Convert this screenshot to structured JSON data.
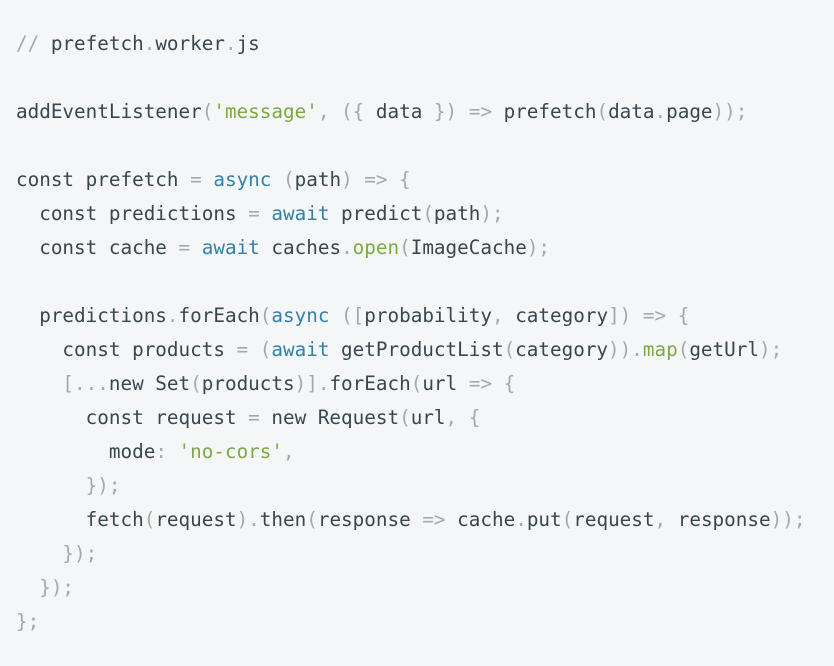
{
  "meta": {
    "description": "Syntax-highlighted JavaScript code snippet",
    "file_comment": "// prefetch.worker.js",
    "language": "javascript"
  },
  "colors": {
    "background": "#f5f6f7",
    "identifier_text": "#37474f",
    "punctuation": "#a3a8ad",
    "keyword": "#3380a8",
    "string_and_builtin": "#7ca941"
  },
  "code": {
    "lines": [
      [
        {
          "t": "// ",
          "c": "pu"
        },
        {
          "t": "prefetch",
          "c": "id"
        },
        {
          "t": ".",
          "c": "pu"
        },
        {
          "t": "worker",
          "c": "id"
        },
        {
          "t": ".",
          "c": "pu"
        },
        {
          "t": "js",
          "c": "id"
        }
      ],
      [],
      [
        {
          "t": "addEventListener",
          "c": "id"
        },
        {
          "t": "(",
          "c": "pu"
        },
        {
          "t": "'message'",
          "c": "st"
        },
        {
          "t": ", ({ ",
          "c": "pu"
        },
        {
          "t": "data",
          "c": "id"
        },
        {
          "t": " }) => ",
          "c": "pu"
        },
        {
          "t": "prefetch",
          "c": "id"
        },
        {
          "t": "(",
          "c": "pu"
        },
        {
          "t": "data",
          "c": "id"
        },
        {
          "t": ".",
          "c": "pu"
        },
        {
          "t": "page",
          "c": "id"
        },
        {
          "t": "));",
          "c": "pu"
        }
      ],
      [],
      [
        {
          "t": "const prefetch",
          "c": "id"
        },
        {
          "t": " = ",
          "c": "pu"
        },
        {
          "t": "async",
          "c": "kw"
        },
        {
          "t": " (",
          "c": "pu"
        },
        {
          "t": "path",
          "c": "id"
        },
        {
          "t": ") => {",
          "c": "pu"
        }
      ],
      [
        {
          "t": "  const predictions",
          "c": "id"
        },
        {
          "t": " = ",
          "c": "pu"
        },
        {
          "t": "await",
          "c": "kw"
        },
        {
          "t": " predict",
          "c": "id"
        },
        {
          "t": "(",
          "c": "pu"
        },
        {
          "t": "path",
          "c": "id"
        },
        {
          "t": ");",
          "c": "pu"
        }
      ],
      [
        {
          "t": "  const cache",
          "c": "id"
        },
        {
          "t": " = ",
          "c": "pu"
        },
        {
          "t": "await",
          "c": "kw"
        },
        {
          "t": " caches",
          "c": "id"
        },
        {
          "t": ".",
          "c": "pu"
        },
        {
          "t": "open",
          "c": "st"
        },
        {
          "t": "(",
          "c": "pu"
        },
        {
          "t": "ImageCache",
          "c": "id"
        },
        {
          "t": ");",
          "c": "pu"
        }
      ],
      [],
      [
        {
          "t": "  predictions",
          "c": "id"
        },
        {
          "t": ".",
          "c": "pu"
        },
        {
          "t": "forEach",
          "c": "id"
        },
        {
          "t": "(",
          "c": "pu"
        },
        {
          "t": "async",
          "c": "kw"
        },
        {
          "t": " ([",
          "c": "pu"
        },
        {
          "t": "probability",
          "c": "id"
        },
        {
          "t": ", ",
          "c": "pu"
        },
        {
          "t": "category",
          "c": "id"
        },
        {
          "t": "]) => {",
          "c": "pu"
        }
      ],
      [
        {
          "t": "    const products",
          "c": "id"
        },
        {
          "t": " = (",
          "c": "pu"
        },
        {
          "t": "await",
          "c": "kw"
        },
        {
          "t": " getProductList",
          "c": "id"
        },
        {
          "t": "(",
          "c": "pu"
        },
        {
          "t": "category",
          "c": "id"
        },
        {
          "t": ")).",
          "c": "pu"
        },
        {
          "t": "map",
          "c": "st"
        },
        {
          "t": "(",
          "c": "pu"
        },
        {
          "t": "getUrl",
          "c": "id"
        },
        {
          "t": ");",
          "c": "pu"
        }
      ],
      [
        {
          "t": "    [...",
          "c": "pu"
        },
        {
          "t": "new Set",
          "c": "id"
        },
        {
          "t": "(",
          "c": "pu"
        },
        {
          "t": "products",
          "c": "id"
        },
        {
          "t": ")].",
          "c": "pu"
        },
        {
          "t": "forEach",
          "c": "id"
        },
        {
          "t": "(",
          "c": "pu"
        },
        {
          "t": "url",
          "c": "id"
        },
        {
          "t": " => {",
          "c": "pu"
        }
      ],
      [
        {
          "t": "      const request",
          "c": "id"
        },
        {
          "t": " = ",
          "c": "pu"
        },
        {
          "t": "new Request",
          "c": "id"
        },
        {
          "t": "(",
          "c": "pu"
        },
        {
          "t": "url",
          "c": "id"
        },
        {
          "t": ", {",
          "c": "pu"
        }
      ],
      [
        {
          "t": "        mode",
          "c": "id"
        },
        {
          "t": ": ",
          "c": "pu"
        },
        {
          "t": "'no-cors'",
          "c": "st"
        },
        {
          "t": ",",
          "c": "pu"
        }
      ],
      [
        {
          "t": "      });",
          "c": "pu"
        }
      ],
      [
        {
          "t": "      fetch",
          "c": "id"
        },
        {
          "t": "(",
          "c": "pu"
        },
        {
          "t": "request",
          "c": "id"
        },
        {
          "t": ").",
          "c": "pu"
        },
        {
          "t": "then",
          "c": "id"
        },
        {
          "t": "(",
          "c": "pu"
        },
        {
          "t": "response",
          "c": "id"
        },
        {
          "t": " => ",
          "c": "pu"
        },
        {
          "t": "cache",
          "c": "id"
        },
        {
          "t": ".",
          "c": "pu"
        },
        {
          "t": "put",
          "c": "id"
        },
        {
          "t": "(",
          "c": "pu"
        },
        {
          "t": "request",
          "c": "id"
        },
        {
          "t": ", ",
          "c": "pu"
        },
        {
          "t": "response",
          "c": "id"
        },
        {
          "t": "));",
          "c": "pu"
        }
      ],
      [
        {
          "t": "    });",
          "c": "pu"
        }
      ],
      [
        {
          "t": "  });",
          "c": "pu"
        }
      ],
      [
        {
          "t": "};",
          "c": "pu"
        }
      ]
    ]
  }
}
